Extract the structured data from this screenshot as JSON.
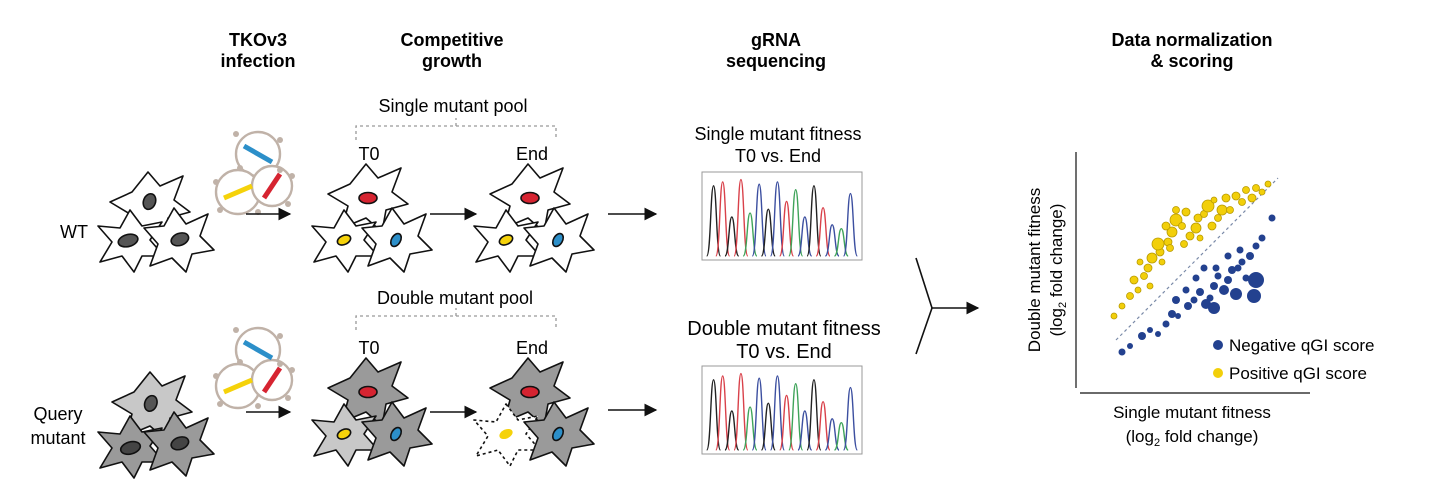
{
  "headers": {
    "infection": [
      "TKOv3",
      "infection"
    ],
    "growth": [
      "Competitive",
      "growth"
    ],
    "sequencing": [
      "gRNA",
      "sequencing"
    ],
    "scoring": [
      "Data normalization",
      "& scoring"
    ]
  },
  "rows": {
    "wt": {
      "label": "WT"
    },
    "query": {
      "label_lines": [
        "Query",
        "mutant"
      ]
    }
  },
  "pools": {
    "single": {
      "title": "Single mutant pool",
      "t0": "T0",
      "end": "End"
    },
    "double": {
      "title": "Double mutant pool",
      "t0": "T0",
      "end": "End"
    }
  },
  "fitness": {
    "single": [
      "Single mutant fitness",
      "T0 vs. End"
    ],
    "double": [
      "Double mutant fitness",
      "T0 vs. End"
    ]
  },
  "plot": {
    "ylabel": [
      "Double mutant fitness",
      "(log",
      "2",
      " fold change)"
    ],
    "xlabel": [
      "Single mutant fitness",
      "(log",
      "2",
      " fold change)"
    ],
    "legend": {
      "negative": "Negative qGI score",
      "positive": "Positive qGI score"
    },
    "colors": {
      "negative": "#23418f",
      "positive": "#f2cf0a",
      "positive_edge": "#b89a00"
    }
  },
  "colors": {
    "red_grna": "#d62431",
    "blue_grna": "#2c8fc9",
    "yellow_grna": "#f5d20a",
    "cell_gray": "#9a9a9a",
    "cell_light": "#c8c8c8",
    "trace_black": "#222222",
    "trace_red": "#d9414a",
    "trace_green": "#3fa45a",
    "trace_blue": "#3c4fa0"
  }
}
